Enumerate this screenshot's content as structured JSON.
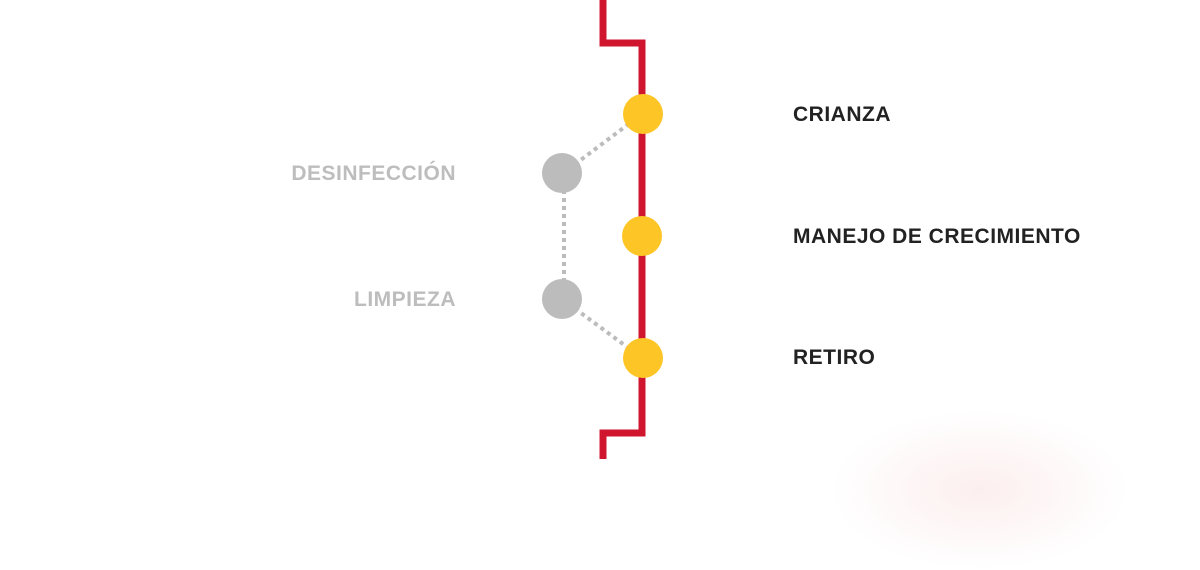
{
  "colors": {
    "line": "#d0152f",
    "main_node": "#fdc526",
    "side_node": "#bcbcbc",
    "main_text": "#222222",
    "side_text": "#bdbdbd"
  },
  "main_steps": [
    {
      "label": "CRIANZA"
    },
    {
      "label": "MANEJO DE CRECIMIENTO"
    },
    {
      "label": "RETIRO"
    }
  ],
  "side_steps": [
    {
      "label": "DESINFECCIÓN"
    },
    {
      "label": "LIMPIEZA"
    }
  ]
}
